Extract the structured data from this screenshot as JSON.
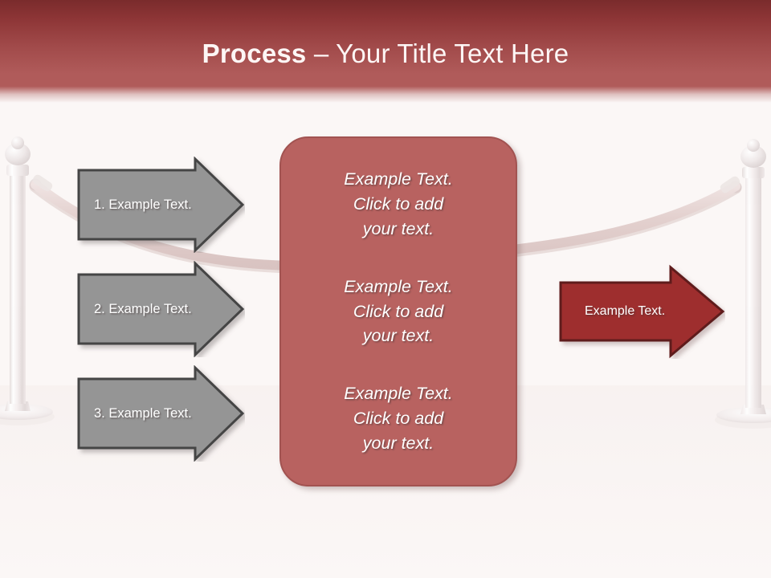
{
  "slide": {
    "background_color": "#fbf7f6",
    "header": {
      "title_strong": "Process",
      "title_rest": " – Your Title Text Here",
      "gradient_top_color": "#7a2b2c",
      "gradient_bottom_color": "#b05b5a",
      "text_color": "#fdf6f5"
    },
    "left_arrows": {
      "fill_color": "#959595",
      "border_color": "#444444",
      "text_color": "#ffffff",
      "items": [
        {
          "label": "1. Example Text."
        },
        {
          "label": "2. Example Text."
        },
        {
          "label": "3. Example Text."
        }
      ]
    },
    "center_box": {
      "fill_color": "#b86260",
      "border_color": "#a25351",
      "text_color": "#ffffff",
      "paragraphs": [
        {
          "line1": "Example Text.",
          "line2": "Click  to add",
          "line3": "your text."
        },
        {
          "line1": "Example Text.",
          "line2": "Click  to add",
          "line3": "your text."
        },
        {
          "line1": "Example Text.",
          "line2": "Click  to add",
          "line3": "your text."
        }
      ]
    },
    "result_arrow": {
      "label": "Example Text.",
      "fill_color": "#9e2d2d",
      "border_color": "#5e1a1a",
      "text_color": "#ffffff"
    },
    "decor": {
      "stanchion_left_name": "stanchion-post-left",
      "stanchion_right_name": "stanchion-post-right",
      "rope_name": "velvet-rope",
      "rope_color": "#e2cfcd",
      "post_color": "#f1ebeb"
    }
  }
}
